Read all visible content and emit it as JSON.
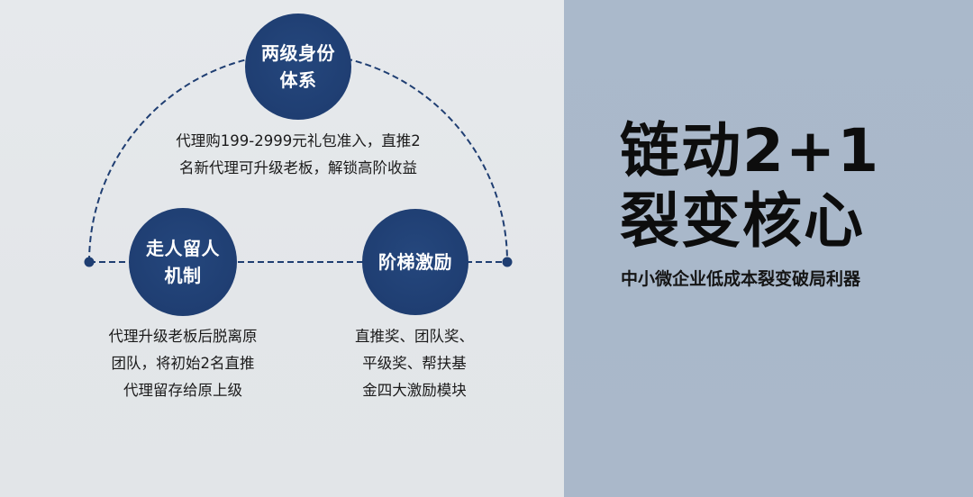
{
  "colors": {
    "left_background": "#e4e7ea",
    "right_background": "#a9b8ca",
    "node_fill": "#1f3e72",
    "line_color": "#1f3e72",
    "headline_color": "#0d0d0d"
  },
  "diagram": {
    "top_node": {
      "label_lines": [
        "两级身份",
        "体系"
      ],
      "description_lines": [
        "代理购199-2999元礼包准入，直推2",
        "名新代理可升级老板，解锁高阶收益"
      ]
    },
    "left_node": {
      "label_lines": [
        "走人留人",
        "机制"
      ],
      "description_lines": [
        "代理升级老板后脱离原",
        "团队，将初始2名直推",
        "代理留存给原上级"
      ]
    },
    "right_node": {
      "label_lines": [
        "阶梯激励"
      ],
      "description_lines": [
        "直推奖、团队奖、",
        "平级奖、帮扶基",
        "金四大激励模块"
      ]
    }
  },
  "headline": {
    "line1": "链动2+1",
    "line2": "裂变核心",
    "subtitle": "中小微企业低成本裂变破局利器"
  }
}
